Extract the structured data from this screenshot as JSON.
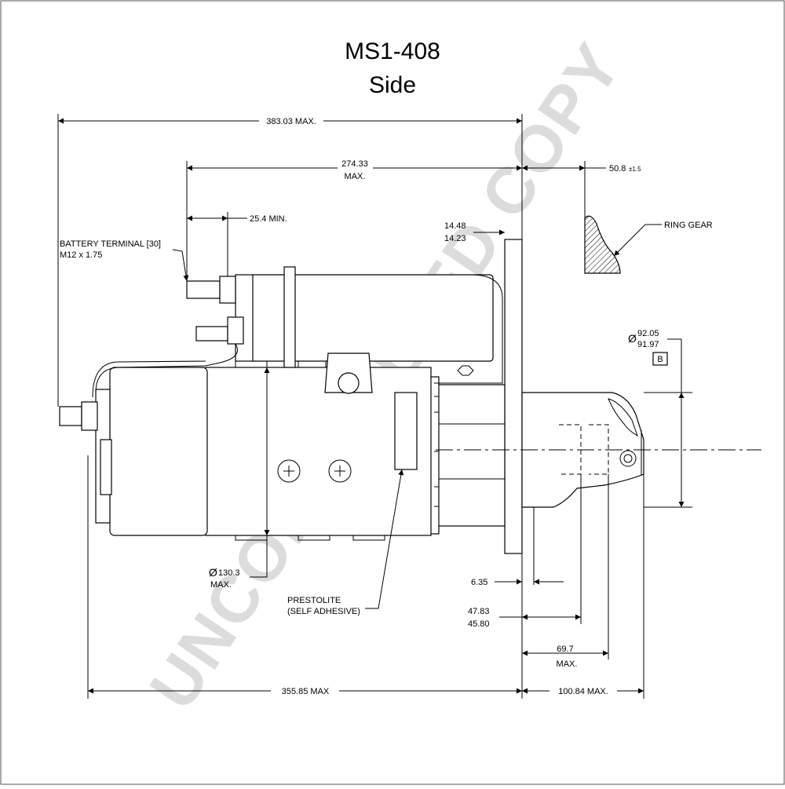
{
  "drawing": {
    "title": "MS1-408",
    "subtitle": "Side",
    "watermark": "UNCONTROLLED COPY"
  },
  "dimensions": {
    "overall_length": "383.03 MAX.",
    "solenoid_length_1": "274.33",
    "solenoid_length_2": "MAX.",
    "flange_to_ring_gear": "50.8",
    "flange_to_ring_gear_tol": "±1.5",
    "terminal_clearance": "25.4 MIN.",
    "flange_thickness_max": "14.48",
    "flange_thickness_min": "14.23",
    "pilot_dia_symbol": "Ø",
    "pilot_dia_max": "92.05",
    "pilot_dia_min": "91.97",
    "datum": "B",
    "body_dia_1": "130.3",
    "body_dia_2": "MAX.",
    "label_plate_1": "PRESTOLITE",
    "label_plate_2": "(SELF ADHESIVE)",
    "pilot_offset": "6.35",
    "pinion_to_flange_max": "47.83",
    "pinion_to_flange_min": "45.80",
    "pinion_travel_1": "69.7",
    "pinion_travel_2": "MAX.",
    "body_length": "355.85 MAX",
    "nose_length": "100.84 MAX."
  },
  "callouts": {
    "battery_terminal_1": "BATTERY TERMINAL [30]",
    "battery_terminal_2": "M12 x 1.75",
    "ring_gear": "RING GEAR"
  }
}
